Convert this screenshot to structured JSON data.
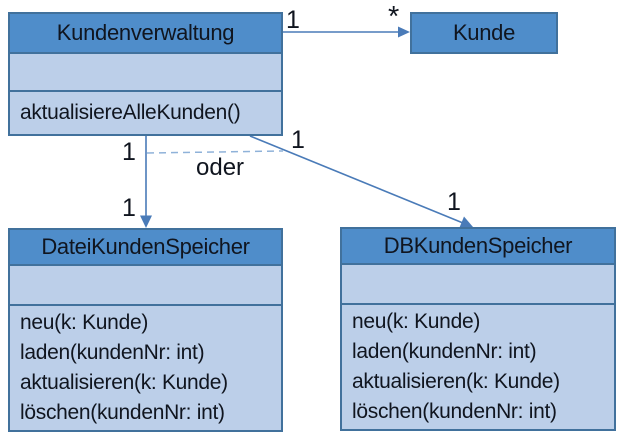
{
  "diagram": {
    "type": "uml-class-diagram",
    "classes": [
      {
        "id": "kundenverwaltung",
        "name": "Kundenverwaltung",
        "attributes": [],
        "methods": [
          "aktualisiereAlleKunden()"
        ]
      },
      {
        "id": "kunde",
        "name": "Kunde",
        "attributes": [],
        "methods": []
      },
      {
        "id": "dateikundenspeicher",
        "name": "DateiKundenSpeicher",
        "attributes": [],
        "methods": [
          "neu(k: Kunde)",
          "laden(kundenNr: int)",
          "aktualisieren(k: Kunde)",
          "löschen(kundenNr: int)"
        ]
      },
      {
        "id": "dbkundenspeicher",
        "name": "DBKundenSpeicher",
        "attributes": [],
        "methods": [
          "neu(k: Kunde)",
          "laden(kundenNr: int)",
          "aktualisieren(k: Kunde)",
          "löschen(kundenNr: int)"
        ]
      }
    ],
    "associations": [
      {
        "name": "kundenverwaltung-to-kunde",
        "source": "Kundenverwaltung",
        "target": "Kunde",
        "source_multiplicity": "1",
        "target_multiplicity": "*"
      },
      {
        "name": "kundenverwaltung-to-dateikundenspeicher",
        "source": "Kundenverwaltung",
        "target": "DateiKundenSpeicher",
        "source_multiplicity": "1",
        "target_multiplicity": "1"
      },
      {
        "name": "kundenverwaltung-to-dbkundenspeicher",
        "source": "Kundenverwaltung",
        "target": "DBKundenSpeicher",
        "source_multiplicity": "1",
        "target_multiplicity": "1"
      }
    ],
    "or_constraint": {
      "label": "oder"
    },
    "colors": {
      "header_fill": "#4f8dca",
      "body_fill": "#bccfe9",
      "border": "#41719c",
      "line": "#4a7bb8",
      "dashed": "#8fb2d9",
      "text": "#10151f"
    }
  }
}
